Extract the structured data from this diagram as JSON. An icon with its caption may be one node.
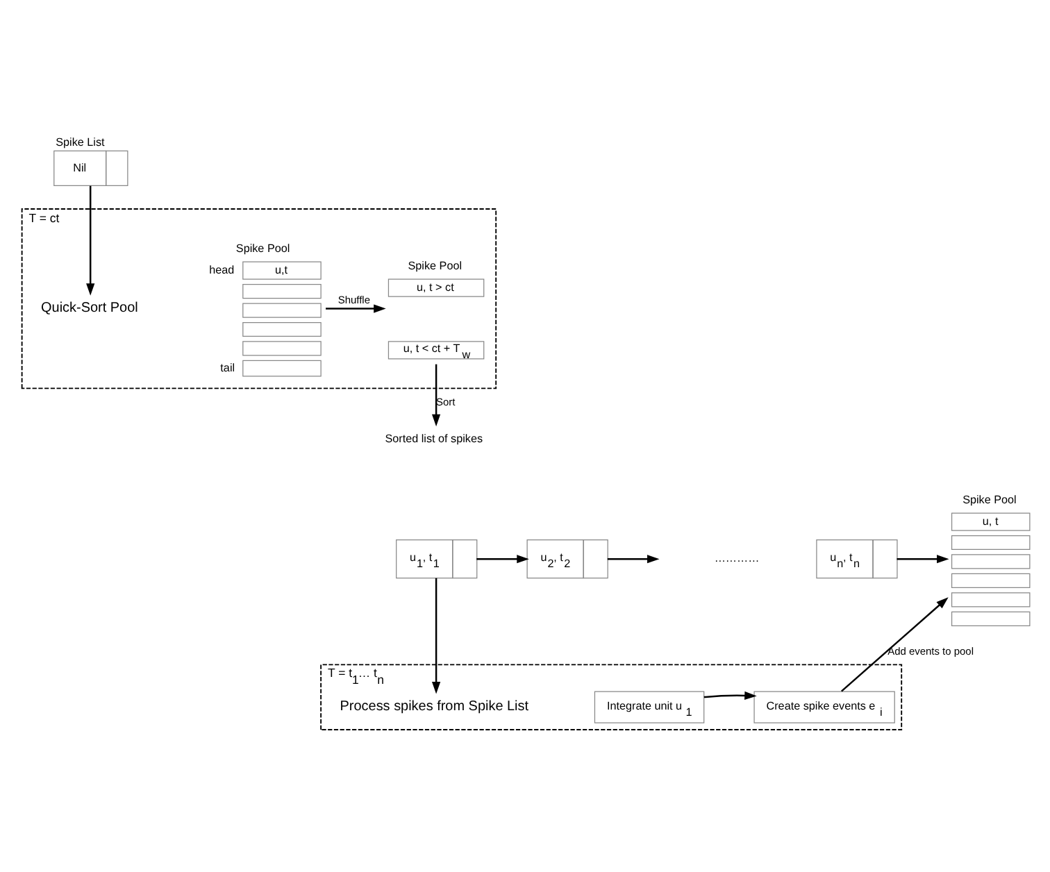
{
  "diagram": {
    "nodes": [
      {
        "text": [
          "Spike List",
          "Nil"
        ]
      },
      {
        "text": [
          "T = ct"
        ]
      },
      {
        "text": [
          "Quick-Sort Pool"
        ],
        "in": 1
      },
      {
        "text": [
          "Spike Pool",
          "head",
          "u,t",
          "tail"
        ],
        "in": 1
      },
      {
        "text": [
          "Spike Pool",
          "u, t > ct",
          "u, t < ct + T$_{w}$"
        ],
        "in": 1
      },
      {
        "text": [
          "Sorted list of spikes"
        ]
      },
      {
        "text": [
          "u$_{1}$, t$_{1}$"
        ]
      },
      {
        "text": [
          "u$_{2}$, t$_{2}$"
        ]
      },
      {
        "text": [
          "u$_{n}$, t$_{n}$"
        ]
      },
      {
        "text": [
          "Spike Pool",
          "u, t"
        ]
      },
      {
        "text": [
          "T = t$_{1}$… t$_{n}$"
        ]
      },
      {
        "text": [
          "Process spikes from Spike List"
        ],
        "in": 10
      },
      {
        "text": [
          "Integrate unit u$_{1}$"
        ],
        "in": 10
      },
      {
        "text": [
          "Create spike events e$_{i}$"
        ],
        "in": 10
      }
    ],
    "edges": [
      {
        "from": 0,
        "to": 2,
        "arrow": "to"
      },
      {
        "from": 3,
        "to": 4,
        "arrow": "to",
        "label": "Shuffle"
      },
      {
        "from": 4,
        "to": 5,
        "arrow": "to",
        "label": "Sort"
      },
      {
        "from": 6,
        "to": 7,
        "arrow": "to"
      },
      {
        "from": 7,
        "to": null,
        "arrow": "to"
      },
      {
        "from": 8,
        "to": 9,
        "arrow": "to"
      },
      {
        "from": 6,
        "to": 11,
        "arrow": "to"
      },
      {
        "from": 12,
        "to": 13,
        "arrow": "to"
      },
      {
        "from": 13,
        "to": 9,
        "arrow": "to",
        "label": "Add events to pool"
      }
    ],
    "labels": [
      "…………"
    ]
  }
}
